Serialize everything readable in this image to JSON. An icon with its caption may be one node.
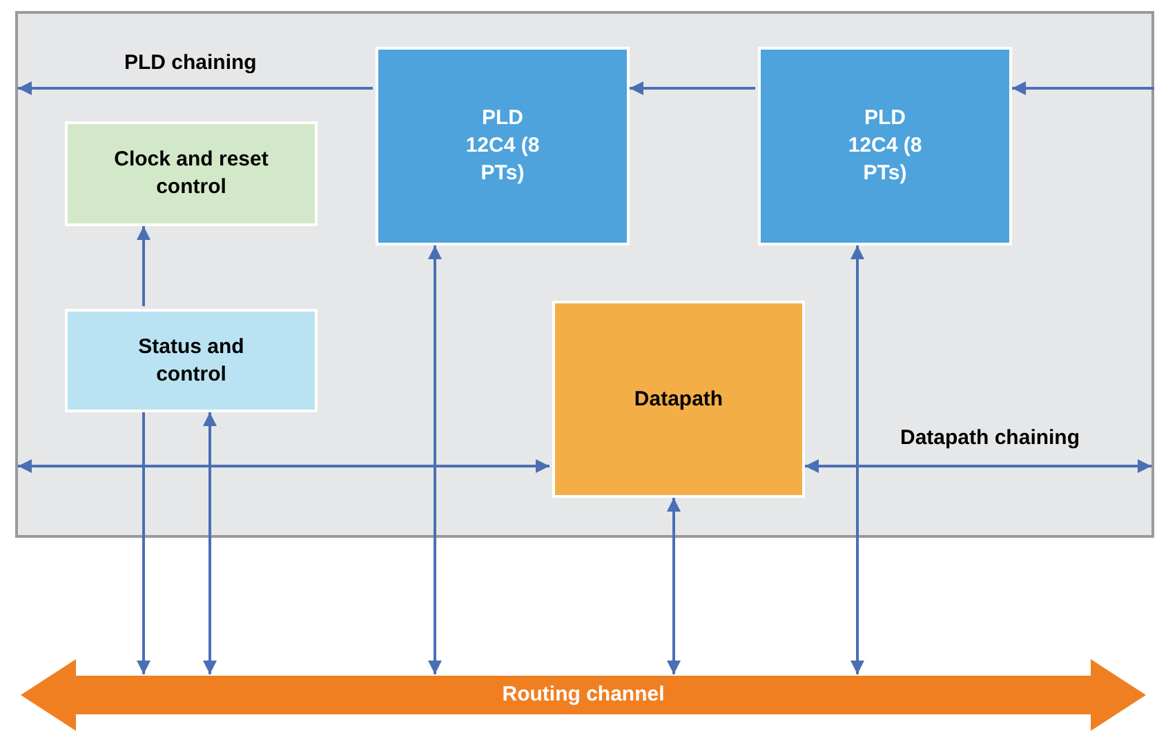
{
  "diagram": {
    "nodes": [
      {
        "text": [],
        "shape": "box"
      },
      {
        "text": [
          "Clock and reset control"
        ],
        "in": 0
      },
      {
        "text": [
          "Status and control"
        ],
        "in": 0
      },
      {
        "text": [
          "PLD 12C4 (8 PTs)"
        ],
        "in": 0
      },
      {
        "text": [
          "PLD 12C4 (8 PTs)"
        ],
        "in": 0
      },
      {
        "text": [
          "Datapath"
        ],
        "in": 0
      },
      {
        "text": [
          "Routing channel"
        ]
      }
    ],
    "edges": [
      {
        "from": 3,
        "to": null,
        "arrow": "to",
        "label": "PLD chaining"
      },
      {
        "from": 4,
        "to": 3,
        "arrow": "to"
      },
      {
        "from": null,
        "to": 4,
        "arrow": "to"
      },
      {
        "from": 2,
        "to": 1,
        "arrow": "to"
      },
      {
        "from": 2,
        "to": 6,
        "arrow": "to"
      },
      {
        "from": 2,
        "to": 6,
        "arrow": "both"
      },
      {
        "from": 3,
        "to": 6,
        "arrow": "both"
      },
      {
        "from": 4,
        "to": 6,
        "arrow": "both"
      },
      {
        "from": 5,
        "to": 6,
        "arrow": "both"
      },
      {
        "from": null,
        "to": 5,
        "arrow": "both"
      },
      {
        "from": 5,
        "to": null,
        "arrow": "both",
        "label": "Datapath chaining"
      }
    ]
  }
}
